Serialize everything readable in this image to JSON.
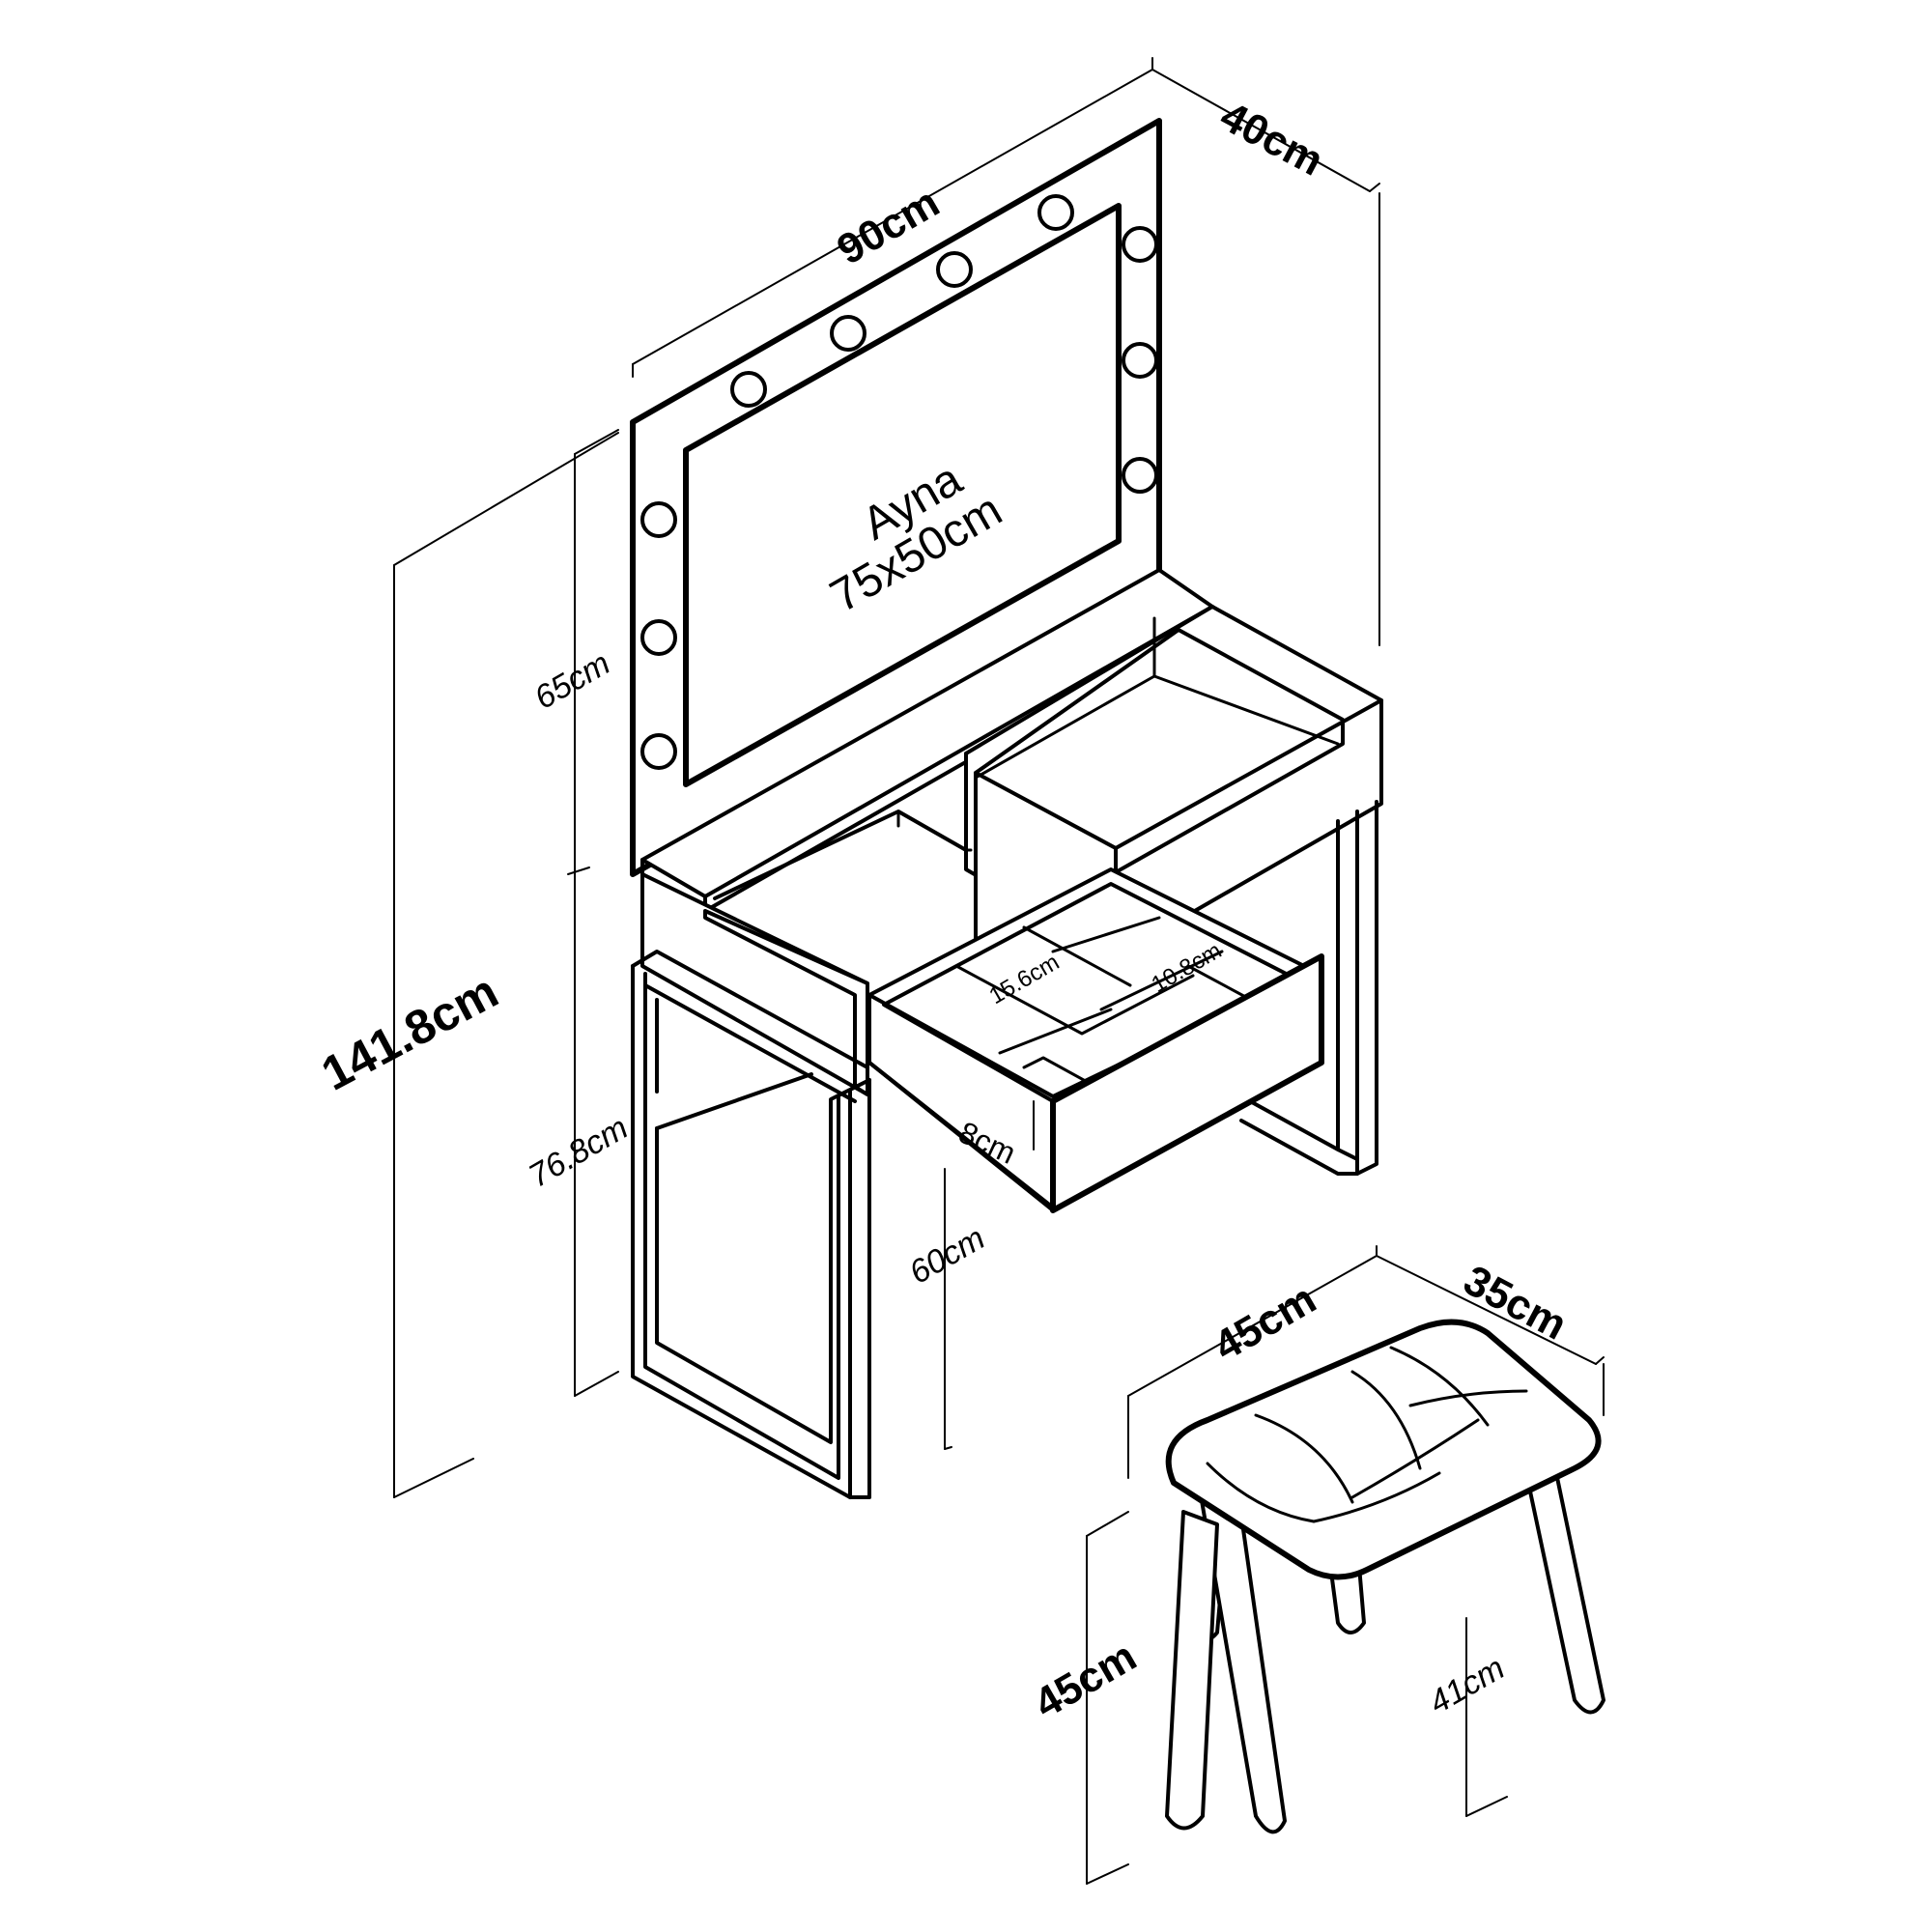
{
  "labels": {
    "width_table": "90cm",
    "depth_table": "40cm",
    "total_height": "141.8cm",
    "mirror_section_height": "65cm",
    "table_height": "76.8cm",
    "leg_clearance": "60cm",
    "drawer_height": "8cm",
    "mirror_title": "Ayna",
    "mirror_size": "75x50cm",
    "compartment_a": "15.6cm",
    "compartment_b": "10.8cm",
    "stool_width": "45cm",
    "stool_depth": "35cm",
    "stool_height": "45cm",
    "stool_leg_height": "41cm"
  },
  "colors": {
    "line": "#000000",
    "background": "#ffffff"
  }
}
